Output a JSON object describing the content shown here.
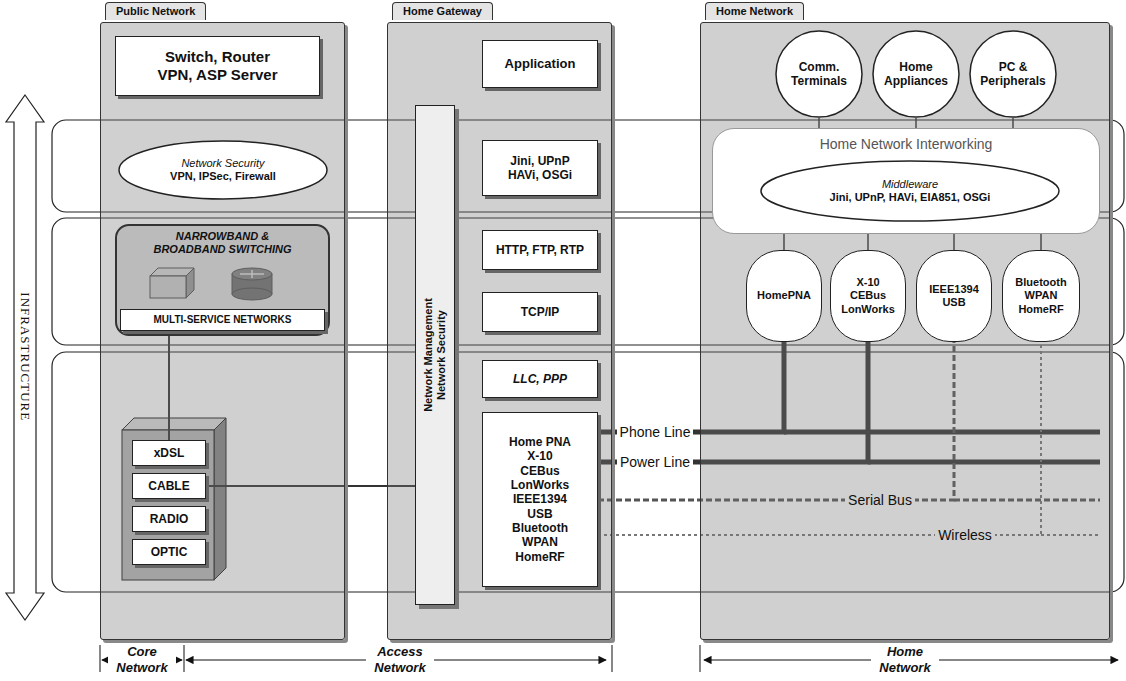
{
  "diagram": {
    "nodes": [
      {
        "text": [
          "Public Network"
        ]
      },
      {
        "text": [
          "Switch, Router",
          "VPN, ASP Server"
        ],
        "in": 0
      },
      {
        "text": [
          "Network Security",
          "VPN, IPSec, Firewall"
        ],
        "in": 0
      },
      {
        "text": [
          "NARROWBAND &",
          "BROADBAND SWITCHING"
        ],
        "in": 0
      },
      {
        "text": [
          "MULTI-SERVICE NETWORKS"
        ],
        "in": 3
      },
      {
        "text": [
          "xDSL"
        ],
        "in": 0
      },
      {
        "text": [
          "CABLE"
        ],
        "in": 0
      },
      {
        "text": [
          "RADIO"
        ],
        "in": 0
      },
      {
        "text": [
          "OPTIC"
        ],
        "in": 0
      },
      {
        "text": [
          "Home Gateway"
        ]
      },
      {
        "text": [
          "Application"
        ],
        "in": 9
      },
      {
        "text": [
          "Jini, UPnP",
          "HAVi, OSGi"
        ],
        "in": 9
      },
      {
        "text": [
          "HTTP, FTP, RTP"
        ],
        "in": 9
      },
      {
        "text": [
          "TCP/IP"
        ],
        "in": 9
      },
      {
        "text": [
          "LLC, PPP"
        ],
        "in": 9
      },
      {
        "text": [
          "Home PNA",
          "X-10",
          "CEBus",
          "LonWorks",
          "IEEE1394",
          "USB",
          "Bluetooth",
          "WPAN",
          "HomeRF"
        ],
        "in": 9
      },
      {
        "text": [
          "Network Management",
          "Network Security"
        ],
        "in": 9
      },
      {
        "text": [
          "Home Network"
        ]
      },
      {
        "text": [
          "Comm. Terminals"
        ],
        "in": 17
      },
      {
        "text": [
          "Home Appliances"
        ],
        "in": 17
      },
      {
        "text": [
          "PC & Peripherals"
        ],
        "in": 17
      },
      {
        "text": [
          "Home Network Interworking"
        ],
        "in": 17
      },
      {
        "text": [
          "Middleware",
          "Jini, UPnP, HAVi, EIA851, OSGi"
        ],
        "in": 21
      },
      {
        "text": [
          "HomePNA"
        ],
        "in": 17
      },
      {
        "text": [
          "X-10",
          "CEBus",
          "LonWorks"
        ],
        "in": 17
      },
      {
        "text": [
          "IEEE1394",
          "USB"
        ],
        "in": 17
      },
      {
        "text": [
          "Bluetooth",
          "WPAN",
          "HomeRF"
        ],
        "in": 17
      }
    ],
    "edges": [
      {
        "from": 5,
        "to": 4,
        "arrow": "none"
      },
      {
        "from": 6,
        "to": 16,
        "arrow": "none"
      },
      {
        "from": 18,
        "to": 21,
        "arrow": "none"
      },
      {
        "from": 19,
        "to": 21,
        "arrow": "none"
      },
      {
        "from": 20,
        "to": 21,
        "arrow": "none"
      },
      {
        "from": 23,
        "to": 21,
        "arrow": "none"
      },
      {
        "from": 24,
        "to": 21,
        "arrow": "none"
      },
      {
        "from": 25,
        "to": 21,
        "arrow": "none"
      },
      {
        "from": 26,
        "to": 21,
        "arrow": "none"
      },
      {
        "from": 15,
        "to": 23,
        "label": "Phone Line",
        "arrow": "none"
      },
      {
        "from": 15,
        "to": 24,
        "label": "Power Line",
        "arrow": "none"
      },
      {
        "from": 15,
        "to": 25,
        "label": "Serial Bus",
        "arrow": "none"
      },
      {
        "from": 15,
        "to": 26,
        "label": "Wireless",
        "arrow": "none"
      }
    ],
    "labels": [
      "INFRASTRUCTURE",
      "Core Network",
      "Access Network",
      "Home Network"
    ]
  }
}
